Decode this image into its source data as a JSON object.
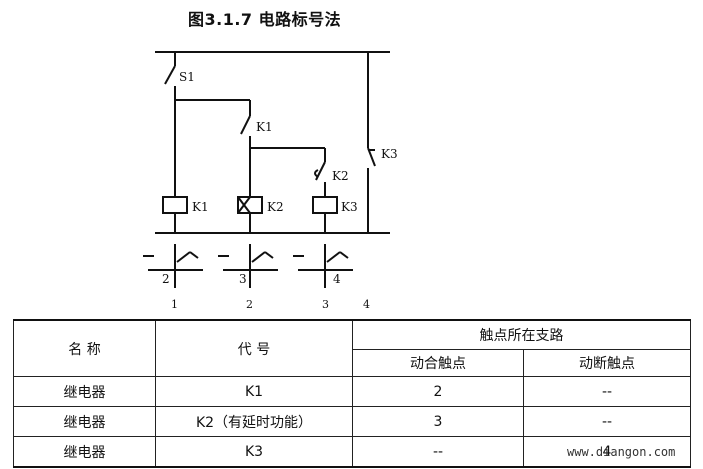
{
  "title": "图3.1.7  电路标号法",
  "labels": {
    "s1": "S1",
    "k1_contact": "K1",
    "k2_contact": "K2",
    "k3_contact": "K3",
    "coil_k1": "K1",
    "coil_k2": "K2",
    "coil_k3": "K3"
  },
  "branch_refs": [
    {
      "under": "2"
    },
    {
      "under": "3"
    },
    {
      "under": "4"
    }
  ],
  "branch_numbers": [
    "1",
    "2",
    "3",
    "4"
  ],
  "table": {
    "col_name": "名    称",
    "col_code": "代    号",
    "col_branch": "触点所在支路",
    "col_make": "动合触点",
    "col_break": "动断触点",
    "rows": [
      {
        "name": "继电器",
        "code": "K1",
        "make": "2",
        "break": "--"
      },
      {
        "name": "继电器",
        "code": "K2（有延时功能）",
        "make": "3",
        "break": "--"
      },
      {
        "name": "继电器",
        "code": "K3",
        "make": "--",
        "break": "4"
      }
    ]
  },
  "watermark": "www.diangon.com"
}
